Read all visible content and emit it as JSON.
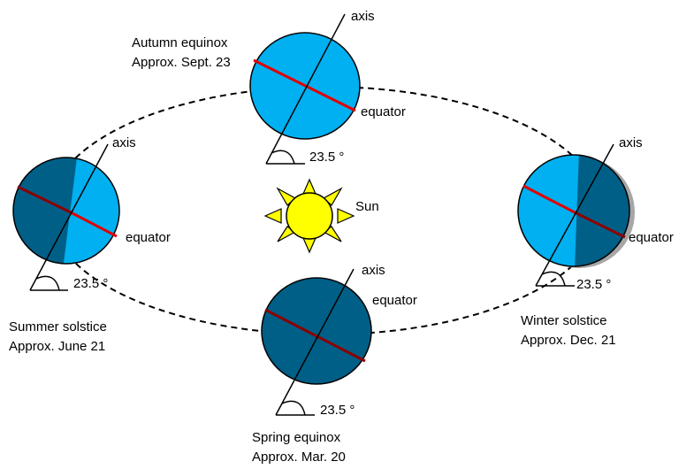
{
  "labels": {
    "axis": "axis",
    "equator": "equator",
    "angle": "23.5 °",
    "sun": "Sun"
  },
  "positions": {
    "autumn": {
      "name": "Autumn equinox",
      "date": "Approx. Sept. 23"
    },
    "summer": {
      "name": "Summer solstice",
      "date": "Approx. June 21"
    },
    "winter": {
      "name": "Winter solstice",
      "date": "Approx. Dec. 21"
    },
    "spring": {
      "name": "Spring equinox",
      "date": "Approx. Mar. 20"
    }
  },
  "colors": {
    "day": "#00b0f0",
    "night": "#005f87",
    "equator_line": "#e00000",
    "equator_shadow": "#8b0000",
    "sun": "#ffff00",
    "orbit": "#000000"
  }
}
